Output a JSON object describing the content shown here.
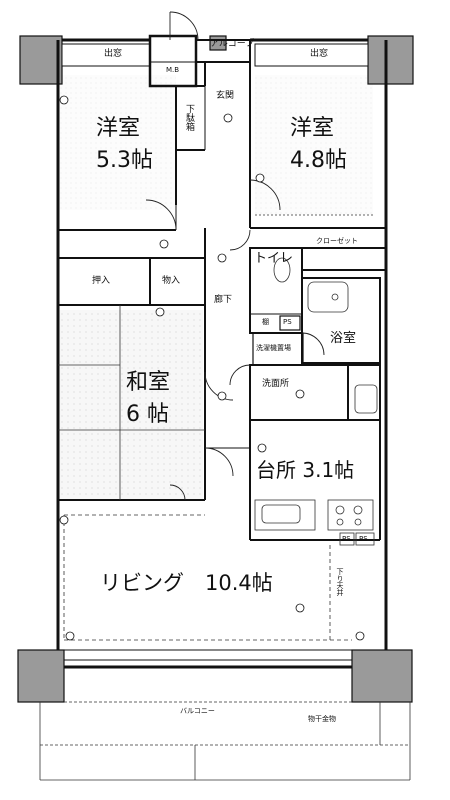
{
  "plan": {
    "rooms": {
      "west_bedroom": {
        "name": "洋室",
        "size": "5.3帖"
      },
      "east_bedroom": {
        "name": "洋室",
        "size": "4.8帖"
      },
      "japanese_room": {
        "name": "和室",
        "size": "6 帖"
      },
      "kitchen": "台所 3.1帖",
      "living": "リビング　10.4帖"
    },
    "labels": {
      "alcove": "アルコーブ",
      "bay_left": "出窓",
      "bay_right": "出窓",
      "meter_box": "M.B",
      "entrance": "玄関",
      "shoe_box": "下駄箱",
      "closet": "クローゼット",
      "toilet": "トイレ",
      "oshiire": "押入",
      "monoire": "物入",
      "hallway": "廊下",
      "bathroom": "浴室",
      "washroom": "洗面所",
      "washer": "洗濯機置場",
      "shelf": "棚",
      "ps": "PS",
      "lowered_ceiling": "下り天井",
      "balcony": "バルコニー",
      "drying_rack": "物干金物",
      "ps_kitchen_1": "PS",
      "ps_kitchen_2": "PS"
    }
  }
}
